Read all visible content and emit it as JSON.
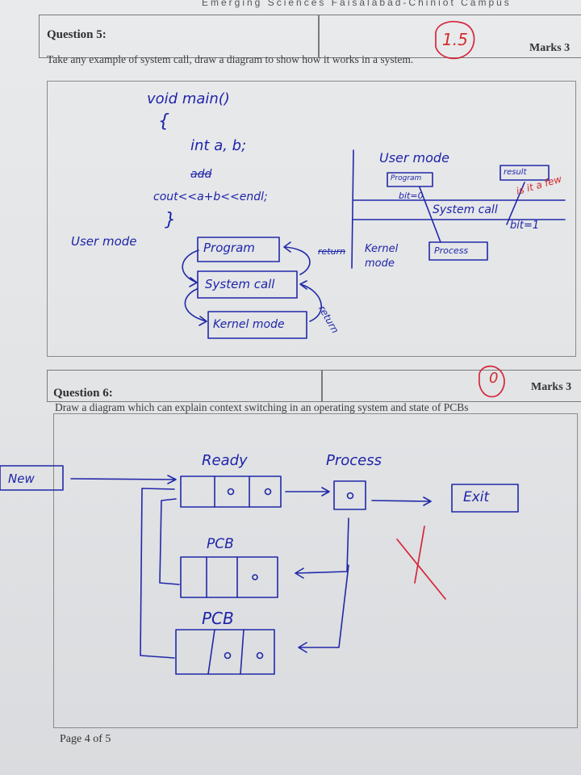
{
  "header": {
    "campus": "Emerging Sciences Faisalabad-Chiniot Campus"
  },
  "question5": {
    "title": "Question 5:",
    "marks": "Marks 3",
    "prompt": "Take any example of system call, draw a diagram to show how it works in a system.",
    "grade": "1.5",
    "handwriting": {
      "code_line1": "void main()",
      "code_brace_open": "{",
      "code_line2": "int a, b;",
      "code_line3": "add",
      "code_line4": "cout<<a+b<<endl;",
      "code_brace_close": "}",
      "left_label": "User mode",
      "box_program": "Program",
      "box_system_call": "System call",
      "box_kernel_mode": "Kernel mode",
      "arrow_return_scratch": "return",
      "arrow_return": "return",
      "right_user_mode": "User mode",
      "right_program": "Program",
      "right_result": "result",
      "right_bit0": "bit=0",
      "right_system_call": "System call",
      "right_bit1": "bit=1",
      "right_kernel_mode": "Kernel mode",
      "right_process": "Process",
      "red_note": "is it a few"
    }
  },
  "question6": {
    "title": "Question 6:",
    "marks": "Marks 3",
    "prompt": "Draw a diagram which can explain context switching in an operating system and state of PCBs",
    "grade": "0",
    "handwriting": {
      "new": "New",
      "ready": "Ready",
      "process": "Process",
      "exit": "Exit",
      "pcb1": "PCB",
      "pcb2": "PCB"
    }
  },
  "footer": {
    "page": "Page 4 of 5"
  }
}
